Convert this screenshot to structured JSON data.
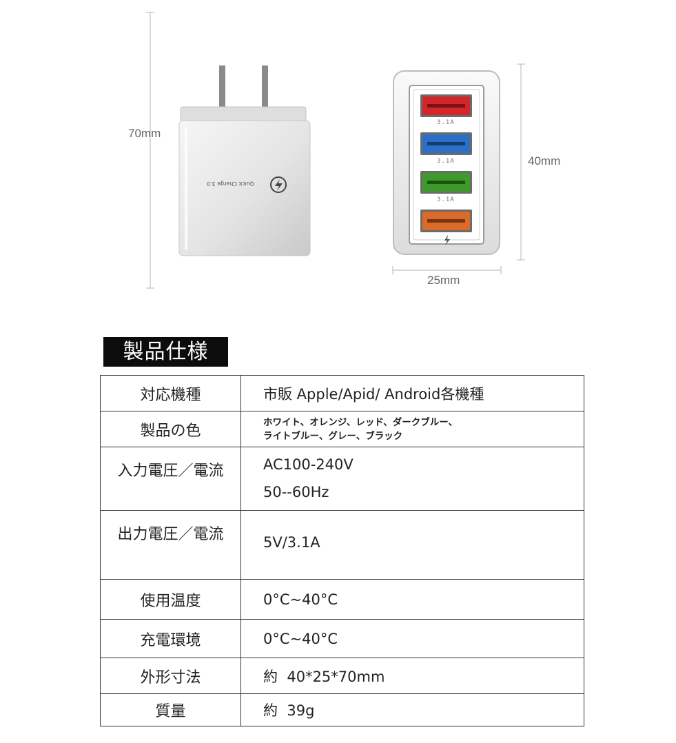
{
  "dimensions": {
    "height": "70mm",
    "depth": "40mm",
    "width": "25mm"
  },
  "charger": {
    "side_text": "Quick Charge 3.0",
    "port_rating": "3.1A",
    "port_colors": [
      "#d4262a",
      "#2b6fc6",
      "#3f9a2c",
      "#d96c2b"
    ]
  },
  "spec": {
    "title": "製品仕様",
    "rows": [
      {
        "label": "対応機種",
        "value": "市販 Apple/Apid/ Android各機種"
      },
      {
        "label": "製品の色",
        "lines": [
          "ホワイト、オレンジ、レッド、ダークブルー、",
          "ライトブルー、グレー、ブラック"
        ]
      },
      {
        "label": "入力電圧／電流",
        "lines": [
          "AC100-240V",
          "50--60Hz"
        ]
      },
      {
        "label": "出力電圧／電流",
        "value": "5V/3.1A"
      },
      {
        "label": "使用温度",
        "value": "0°C~40°C"
      },
      {
        "label": "充電環境",
        "value": "0°C~40°C"
      },
      {
        "label": "外形寸法",
        "value": "約  40*25*70mm"
      },
      {
        "label": "質量",
        "value": "約  39g"
      }
    ]
  }
}
